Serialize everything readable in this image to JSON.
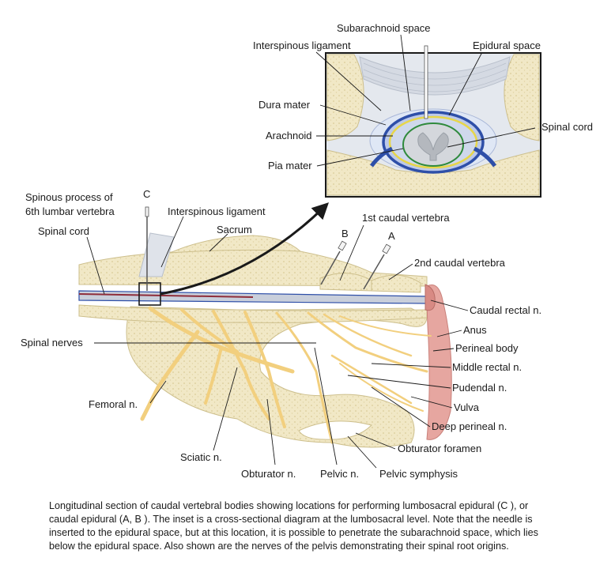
{
  "inset_labels": {
    "subarachnoid_space": "Subarachnoid space",
    "interspinous_ligament": "Interspinous ligament",
    "epidural_space": "Epidural space",
    "dura_mater": "Dura mater",
    "arachnoid": "Arachnoid",
    "pia_mater": "Pia mater",
    "spinal_cord": "Spinal cord"
  },
  "main_labels": {
    "needle_c": "C",
    "needle_b": "B",
    "needle_a": "A",
    "spinous_process_line1": "Spinous process of",
    "spinous_process_line2": "6th lumbar vertebra",
    "interspinous_ligament": "Interspinous ligament",
    "spinal_cord": "Spinal cord",
    "sacrum": "Sacrum",
    "first_caudal_vertebra": "1st caudal vertebra",
    "second_caudal_vertebra": "2nd caudal vertebra",
    "caudal_rectal_n": "Caudal rectal n.",
    "anus": "Anus",
    "spinal_nerves": "Spinal nerves",
    "perineal_body": "Perineal body",
    "middle_rectal_n": "Middle rectal n.",
    "pudendal_n": "Pudendal n.",
    "femoral_n": "Femoral n.",
    "vulva": "Vulva",
    "deep_perineal_n": "Deep perineal n.",
    "obturator_foramen": "Obturator foramen",
    "sciatic_n": "Sciatic n.",
    "obturator_n": "Obturator n.",
    "pelvic_n": "Pelvic n.",
    "pelvic_symphysis": "Pelvic symphysis"
  },
  "caption": {
    "line1": "Longitudinal section of caudal vertebral bodies showing locations for performing lumbosacral epidural (C ), or",
    "line2": "caudal epidural (A, B ). The inset is a cross-sectional diagram at the lumbosacral level. Note that the needle is",
    "line3": "inserted to the epidural space, but at this location, it is possible to penetrate the subarachnoid space, which lies",
    "line4": "below the epidural space. Also shown are the nerves of the pelvis demonstrating their spinal root origins."
  },
  "colors": {
    "bone": "#f1e8c6",
    "bone_edge": "#cdbf8c",
    "ligament": "#dfe3ea",
    "dura": "#2e4fa8",
    "epidural": "#bcc9ea",
    "arachnoid": "#e7d64a",
    "pia": "#2f8a3c",
    "cord": "#d4d7dc",
    "nerve": "#f2cf7e",
    "rectum": "#e6a6a0"
  }
}
